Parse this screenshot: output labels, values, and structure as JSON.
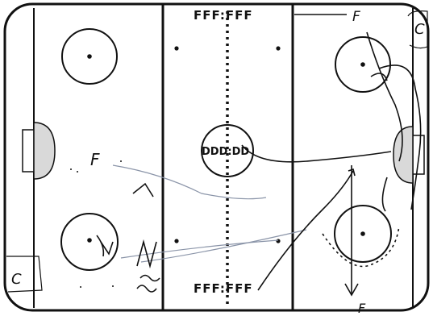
{
  "diagram": {
    "labels": {
      "top_players": "FFF:FFF",
      "bottom_players": "FFF:FFF",
      "center_players": "DDD:DD",
      "forward_top_right": "F",
      "forward_bottom_right": "F",
      "forward_left": "F",
      "corner_top_right": "C",
      "corner_bottom_left": "C"
    },
    "colors": {
      "ink": "#111111",
      "pencil": "#8a94a8",
      "goal_fill": "#d9d9d9"
    }
  }
}
